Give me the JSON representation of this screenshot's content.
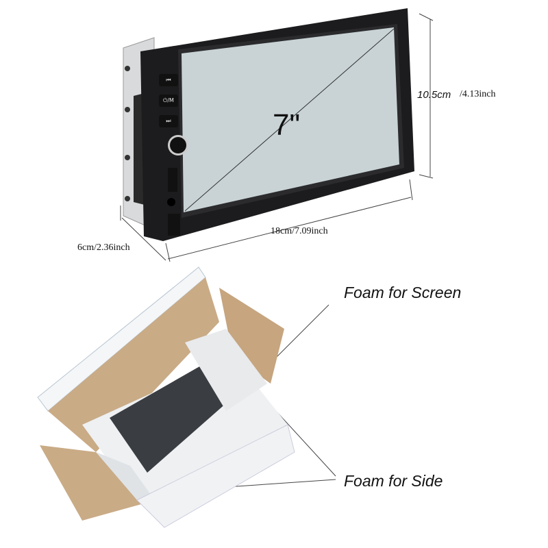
{
  "product": {
    "screen_size": "7\"",
    "buttons": [
      "⏮",
      "⏻/M",
      "⏭"
    ]
  },
  "dimensions": {
    "height_cm": "10.5cm",
    "height_inch": "/4.13inch",
    "width": "18cm/7.09inch",
    "depth": "6cm/2.36inch"
  },
  "packaging": {
    "foam_screen": "Foam for Screen",
    "foam_side": "Foam for Side"
  },
  "colors": {
    "bezel": "#1c1c1e",
    "screen": "#c9d3d6",
    "chassis": "#d9dadb",
    "cardboard": "#c9ab86",
    "foam": "#eef0f2"
  }
}
